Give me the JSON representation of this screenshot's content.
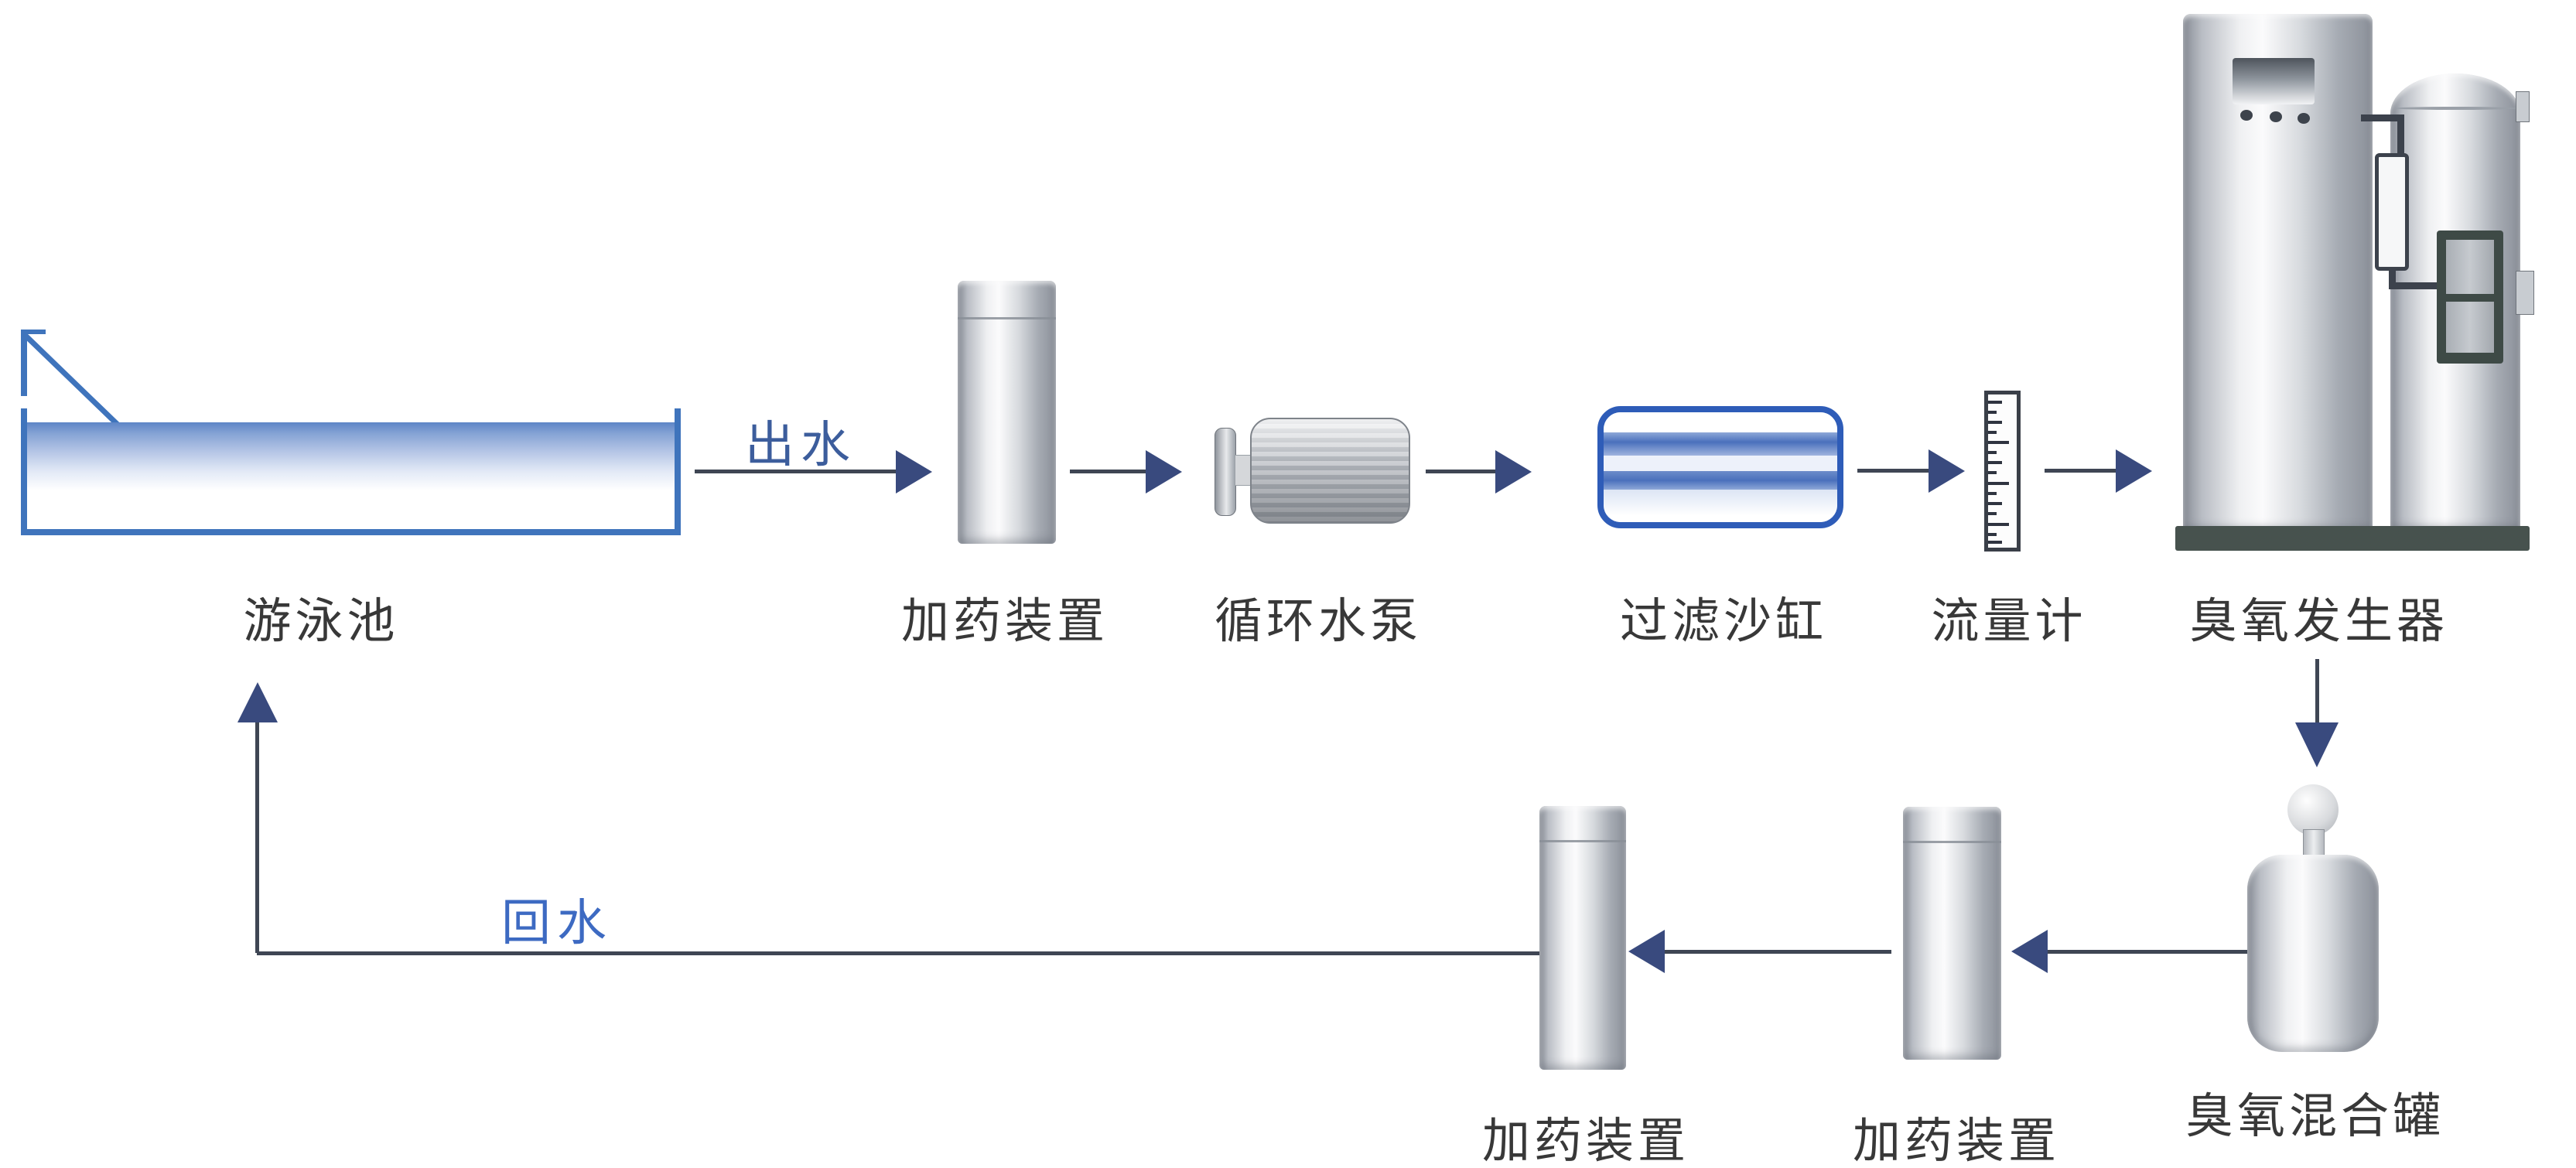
{
  "diagram": {
    "type": "process-flow",
    "subject": "swimming pool ozone water treatment circulation system",
    "flow": {
      "outlet_label": "出水",
      "return_label": "回水"
    },
    "nodes": {
      "pool": {
        "label": "游泳池"
      },
      "dosing_top": {
        "label": "加药装置"
      },
      "pump": {
        "label": "循环水泵"
      },
      "filter": {
        "label": "过滤沙缸"
      },
      "flowmeter": {
        "label": "流量计"
      },
      "ozone_generator": {
        "label": "臭氧发生器"
      },
      "mixing_tank": {
        "label": "臭氧混合罐"
      },
      "dosing_bottom_right": {
        "label": "加药装置"
      },
      "dosing_bottom_mid": {
        "label": "加药装置"
      }
    },
    "connections": [
      {
        "from": "pool",
        "to": "dosing_top",
        "label": "出水"
      },
      {
        "from": "dosing_top",
        "to": "pump",
        "label": ""
      },
      {
        "from": "pump",
        "to": "filter",
        "label": ""
      },
      {
        "from": "filter",
        "to": "flowmeter",
        "label": ""
      },
      {
        "from": "flowmeter",
        "to": "ozone_generator",
        "label": ""
      },
      {
        "from": "ozone_generator",
        "to": "mixing_tank",
        "label": ""
      },
      {
        "from": "mixing_tank",
        "to": "dosing_bottom_right",
        "label": ""
      },
      {
        "from": "dosing_bottom_right",
        "to": "dosing_bottom_mid",
        "label": ""
      },
      {
        "from": "dosing_bottom_mid",
        "to": "pool",
        "label": "回水"
      }
    ],
    "colors": {
      "pool_outline": "#3f74bc",
      "water_top": "#5d85c6",
      "arrow_line": "#3f4654",
      "arrow_head": "#394a7e",
      "outlet_text": "#3c5d9c",
      "return_text": "#3d6ac2",
      "label_text": "#383838",
      "filter_border": "#2e5cb8",
      "equipment_base": "#47524e"
    }
  }
}
